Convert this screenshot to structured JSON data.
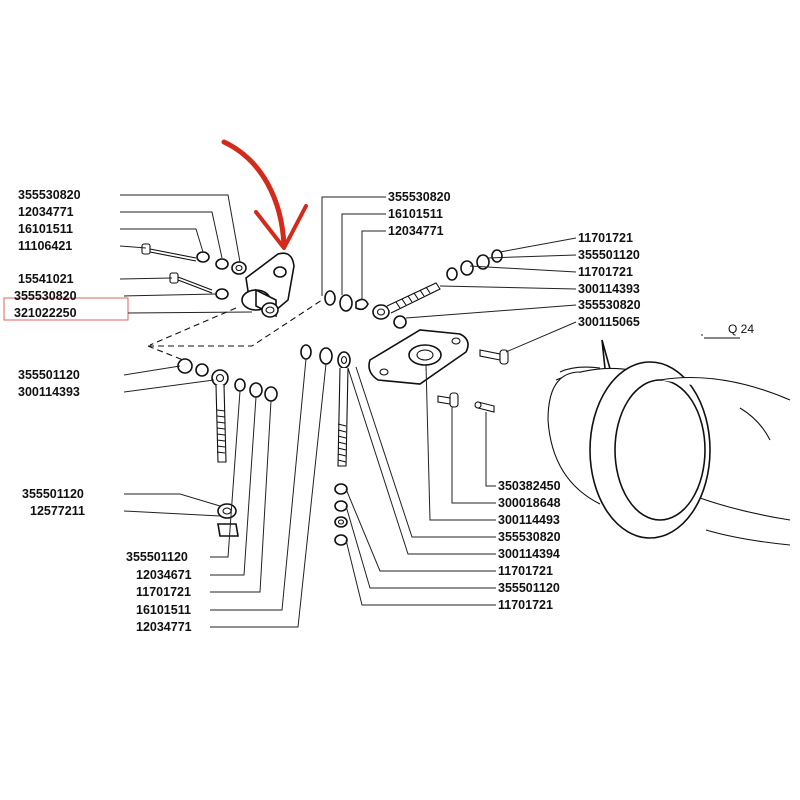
{
  "parts_left_top": [
    "355530820",
    "12034771",
    "16101511",
    "11106421",
    "15541021",
    "355530820",
    "321022250"
  ],
  "parts_left_mid": [
    "355501120",
    "300114393"
  ],
  "parts_left_low": [
    "355501120",
    "12577211"
  ],
  "parts_bottom_left": [
    "355501120",
    "12034671",
    "11701721",
    "16101511",
    "12034771"
  ],
  "parts_top_center": [
    "355530820",
    "16101511",
    "12034771"
  ],
  "parts_right_top": [
    "11701721",
    "355501120",
    "11701721",
    "300114393",
    "355530820",
    "300115065"
  ],
  "parts_right_bottom": [
    "350382450",
    "300018648",
    "300114493",
    "355530820",
    "300114394",
    "11701721",
    "355501120",
    "11701721"
  ],
  "ref_label": "Q 24",
  "highlighted_part": "321022250",
  "colors": {
    "arrow": "#d42a1c",
    "highlight_box": "#e06060",
    "ink": "#111111"
  }
}
